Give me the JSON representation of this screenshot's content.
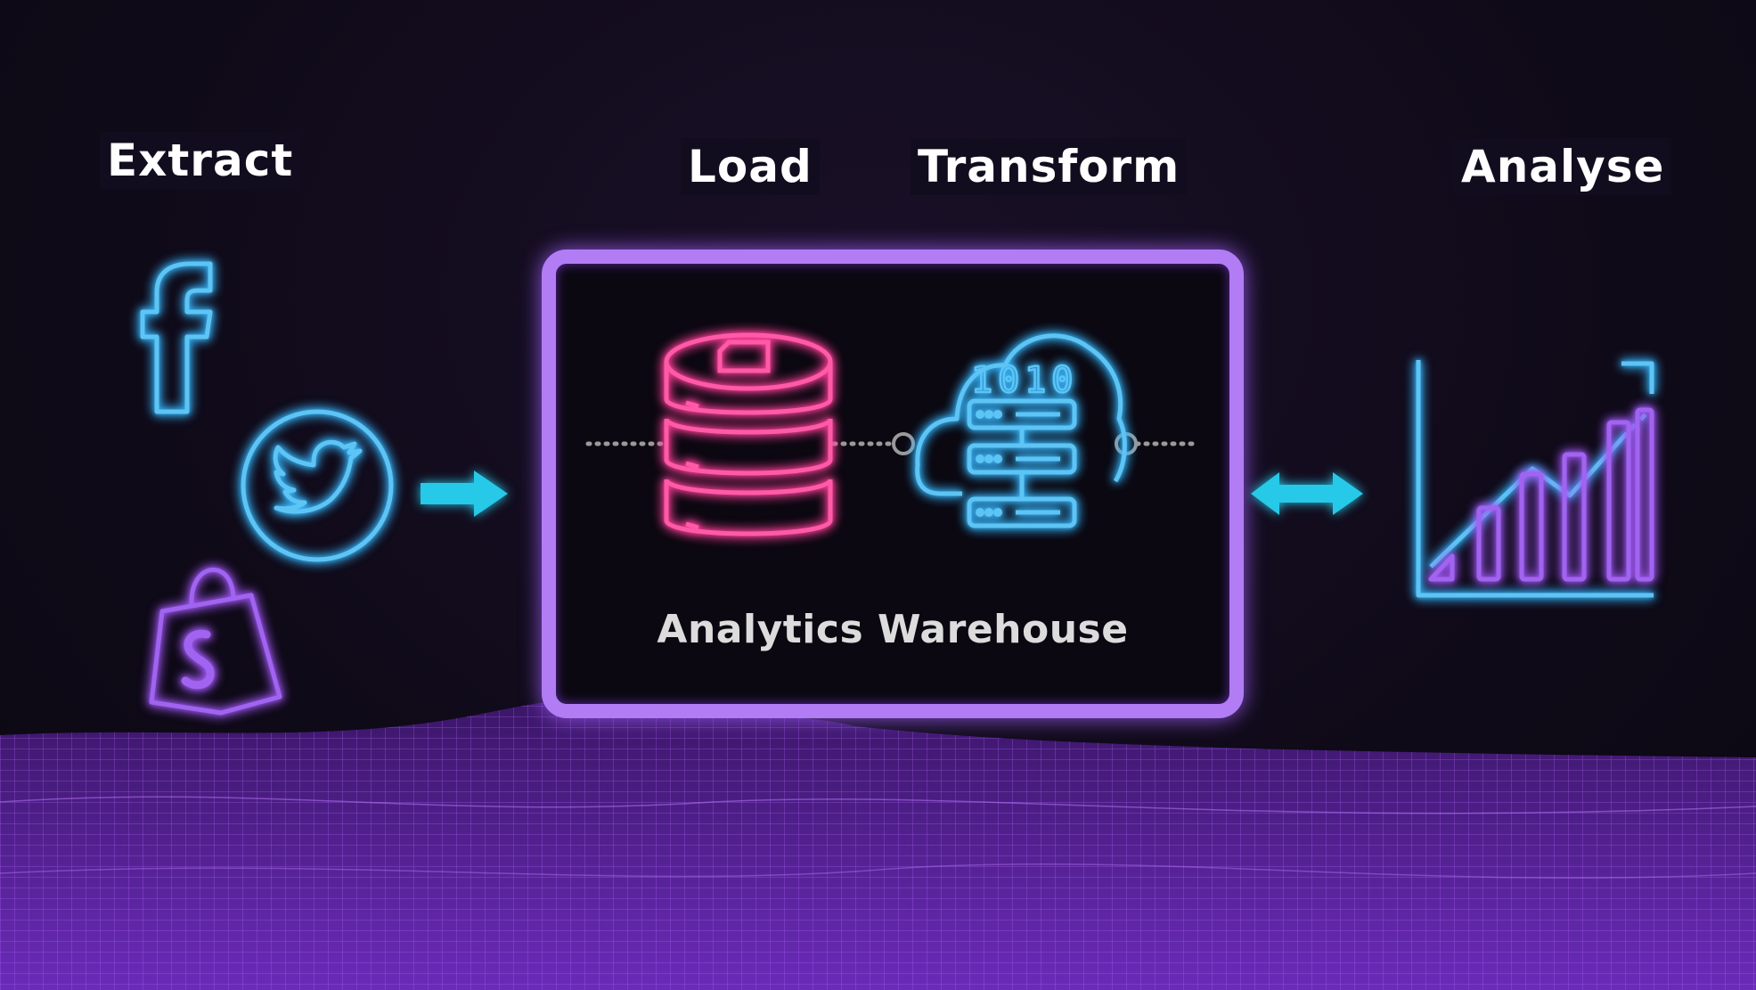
{
  "stages": {
    "extract": "Extract",
    "load": "Load",
    "transform": "Transform",
    "analyse": "Analyse"
  },
  "warehouse": {
    "title": "Analytics Warehouse"
  },
  "icons": {
    "sources": [
      "facebook-icon",
      "twitter-icon",
      "shopify-icon"
    ],
    "load": "database-icon",
    "transform": "cloud-server-icon",
    "analyse": "growth-chart-icon"
  },
  "colors": {
    "background": "#0f0a18",
    "box_border": "#b27cf4",
    "neon_blue": "#47b9f0",
    "neon_pink": "#ff4fa3",
    "neon_purple": "#9f56f2",
    "arrow_cyan": "#27c9e8",
    "terrain": "#8a3fd6"
  }
}
